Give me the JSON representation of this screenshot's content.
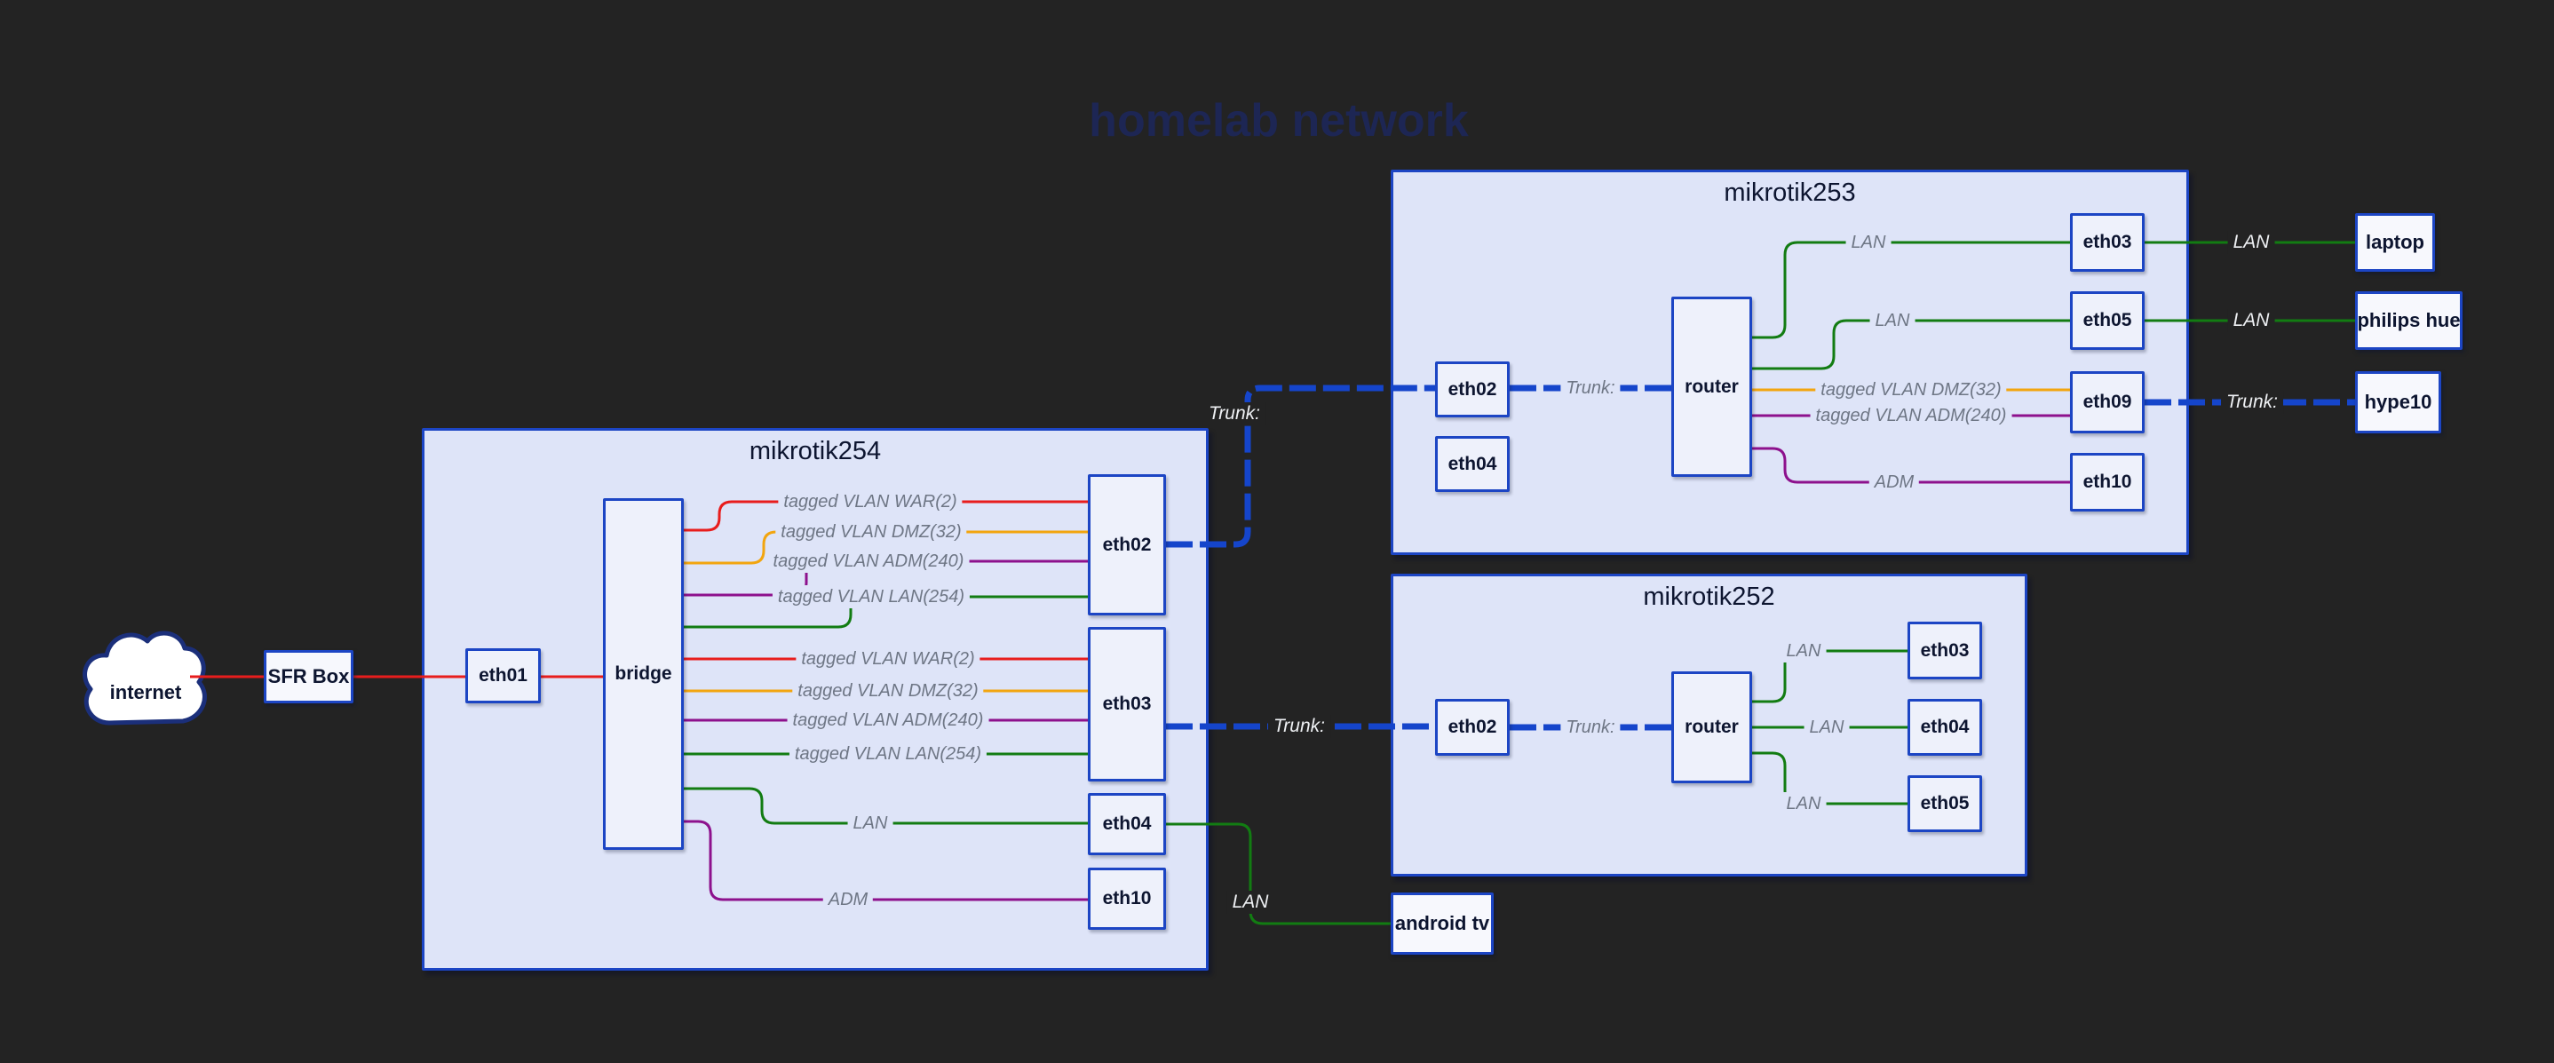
{
  "title": "homelab network",
  "colors": {
    "background": "#232323",
    "container_fill": "#dee4f8",
    "box_border_blue": "#1c45c4",
    "trunk_blue": "#1545cb",
    "lan_green": "#127c12",
    "adm_purple": "#8d118d",
    "dmz_orange": "#f2a50f",
    "war_red": "#e81d1d",
    "title_navy": "#1d2654"
  },
  "external": {
    "internet": "internet",
    "sfr_box": "SFR Box",
    "laptop": "laptop",
    "philips_hue": "philips hue",
    "hype10": "hype10",
    "android_tv": "android tv"
  },
  "m254": {
    "title": "mikrotik254",
    "eth01": "eth01",
    "bridge": "bridge",
    "eth02": "eth02",
    "eth03": "eth03",
    "eth04": "eth04",
    "eth10": "eth10"
  },
  "m253": {
    "title": "mikrotik253",
    "eth02": "eth02",
    "eth04": "eth04",
    "router": "router",
    "eth03": "eth03",
    "eth05": "eth05",
    "eth09": "eth09",
    "eth10": "eth10"
  },
  "m252": {
    "title": "mikrotik252",
    "eth02": "eth02",
    "router": "router",
    "eth03": "eth03",
    "eth04": "eth04",
    "eth05": "eth05"
  },
  "labels": {
    "m254_eth02_war": "tagged VLAN WAR(2)",
    "m254_eth02_dmz": "tagged VLAN DMZ(32)",
    "m254_eth02_adm": "tagged VLAN ADM(240)",
    "m254_eth02_lan": "tagged VLAN LAN(254)",
    "m254_eth03_war": "tagged VLAN WAR(2)",
    "m254_eth03_dmz": "tagged VLAN DMZ(32)",
    "m254_eth03_adm": "tagged VLAN ADM(240)",
    "m254_eth03_lan": "tagged VLAN LAN(254)",
    "m254_eth04_lan": "LAN",
    "m254_eth10_adm": "ADM",
    "trunk_254_253": "Trunk:",
    "m253_trunk_internal": "Trunk:",
    "m253_eth09_dmz": "tagged VLAN DMZ(32)",
    "m253_eth09_adm": "tagged VLAN ADM(240)",
    "m253_eth10_adm": "ADM",
    "m253_eth03_lan": "LAN",
    "m253_eth05_lan": "LAN",
    "lan_laptop": "LAN",
    "lan_hue": "LAN",
    "trunk_hype10": "Trunk:",
    "trunk_254_252": "Trunk:",
    "m252_trunk_internal": "Trunk:",
    "m252_eth03_lan": "LAN",
    "m252_eth04_lan": "LAN",
    "m252_eth05_lan": "LAN",
    "lan_android_tv": "LAN"
  },
  "edges": [
    {
      "from": "internet",
      "to": "SFR Box",
      "type": "wan"
    },
    {
      "from": "SFR Box",
      "to": "mikrotik254.eth01",
      "type": "wan"
    },
    {
      "from": "mikrotik254.eth01",
      "to": "mikrotik254.bridge",
      "type": "wan"
    },
    {
      "from": "mikrotik254.bridge",
      "to": "mikrotik254.eth02",
      "label": "tagged VLAN WAR(2)",
      "type": "war"
    },
    {
      "from": "mikrotik254.bridge",
      "to": "mikrotik254.eth02",
      "label": "tagged VLAN DMZ(32)",
      "type": "dmz"
    },
    {
      "from": "mikrotik254.bridge",
      "to": "mikrotik254.eth02",
      "label": "tagged VLAN ADM(240)",
      "type": "adm"
    },
    {
      "from": "mikrotik254.bridge",
      "to": "mikrotik254.eth02",
      "label": "tagged VLAN LAN(254)",
      "type": "lan"
    },
    {
      "from": "mikrotik254.bridge",
      "to": "mikrotik254.eth03",
      "label": "tagged VLAN WAR(2)",
      "type": "war"
    },
    {
      "from": "mikrotik254.bridge",
      "to": "mikrotik254.eth03",
      "label": "tagged VLAN DMZ(32)",
      "type": "dmz"
    },
    {
      "from": "mikrotik254.bridge",
      "to": "mikrotik254.eth03",
      "label": "tagged VLAN ADM(240)",
      "type": "adm"
    },
    {
      "from": "mikrotik254.bridge",
      "to": "mikrotik254.eth03",
      "label": "tagged VLAN LAN(254)",
      "type": "lan"
    },
    {
      "from": "mikrotik254.bridge",
      "to": "mikrotik254.eth04",
      "label": "LAN",
      "type": "lan"
    },
    {
      "from": "mikrotik254.bridge",
      "to": "mikrotik254.eth10",
      "label": "ADM",
      "type": "adm"
    },
    {
      "from": "mikrotik254.eth02",
      "to": "mikrotik253.eth02",
      "label": "Trunk:",
      "type": "trunk"
    },
    {
      "from": "mikrotik253.eth02",
      "to": "mikrotik253.router",
      "label": "Trunk:",
      "type": "trunk"
    },
    {
      "from": "mikrotik253.router",
      "to": "mikrotik253.eth03",
      "label": "LAN",
      "type": "lan"
    },
    {
      "from": "mikrotik253.router",
      "to": "mikrotik253.eth05",
      "label": "LAN",
      "type": "lan"
    },
    {
      "from": "mikrotik253.router",
      "to": "mikrotik253.eth09",
      "label": "tagged VLAN DMZ(32)",
      "type": "dmz"
    },
    {
      "from": "mikrotik253.router",
      "to": "mikrotik253.eth09",
      "label": "tagged VLAN ADM(240)",
      "type": "adm"
    },
    {
      "from": "mikrotik253.router",
      "to": "mikrotik253.eth10",
      "label": "ADM",
      "type": "adm"
    },
    {
      "from": "mikrotik253.eth03",
      "to": "laptop",
      "label": "LAN",
      "type": "lan"
    },
    {
      "from": "mikrotik253.eth05",
      "to": "philips hue",
      "label": "LAN",
      "type": "lan"
    },
    {
      "from": "mikrotik253.eth09",
      "to": "hype10",
      "label": "Trunk:",
      "type": "trunk"
    },
    {
      "from": "mikrotik254.eth03",
      "to": "mikrotik252.eth02",
      "label": "Trunk:",
      "type": "trunk"
    },
    {
      "from": "mikrotik252.eth02",
      "to": "mikrotik252.router",
      "label": "Trunk:",
      "type": "trunk"
    },
    {
      "from": "mikrotik252.router",
      "to": "mikrotik252.eth03",
      "label": "LAN",
      "type": "lan"
    },
    {
      "from": "mikrotik252.router",
      "to": "mikrotik252.eth04",
      "label": "LAN",
      "type": "lan"
    },
    {
      "from": "mikrotik252.router",
      "to": "mikrotik252.eth05",
      "label": "LAN",
      "type": "lan"
    },
    {
      "from": "mikrotik254.eth04",
      "to": "android tv",
      "label": "LAN",
      "type": "lan"
    }
  ]
}
